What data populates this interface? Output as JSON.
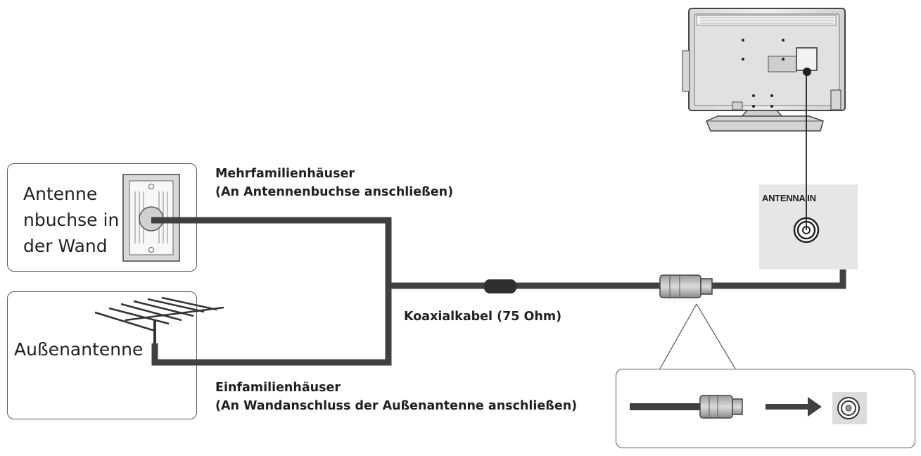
{
  "wall_socket": {
    "label_line1": "Antenne",
    "label_line2": "nbuchse in",
    "label_line3": "der Wand"
  },
  "outdoor_antenna": {
    "label": "Außenantenne"
  },
  "multi_family": {
    "title": "Mehrfamilienhäuser",
    "subtitle": "(An Antennenbuchse anschließen)"
  },
  "single_family": {
    "title": "Einfamilienhäuser",
    "subtitle": "(An Wandanschluss der Außenantenne anschließen)"
  },
  "cable": {
    "label": "Koaxialkabel (75 Ohm)"
  },
  "tv_panel": {
    "jack_label": "ANTENNA IN"
  },
  "colors": {
    "cable": "#404040",
    "panel": "#e6e6e6",
    "box_border": "#5b5b5b",
    "text": "#231f20"
  }
}
